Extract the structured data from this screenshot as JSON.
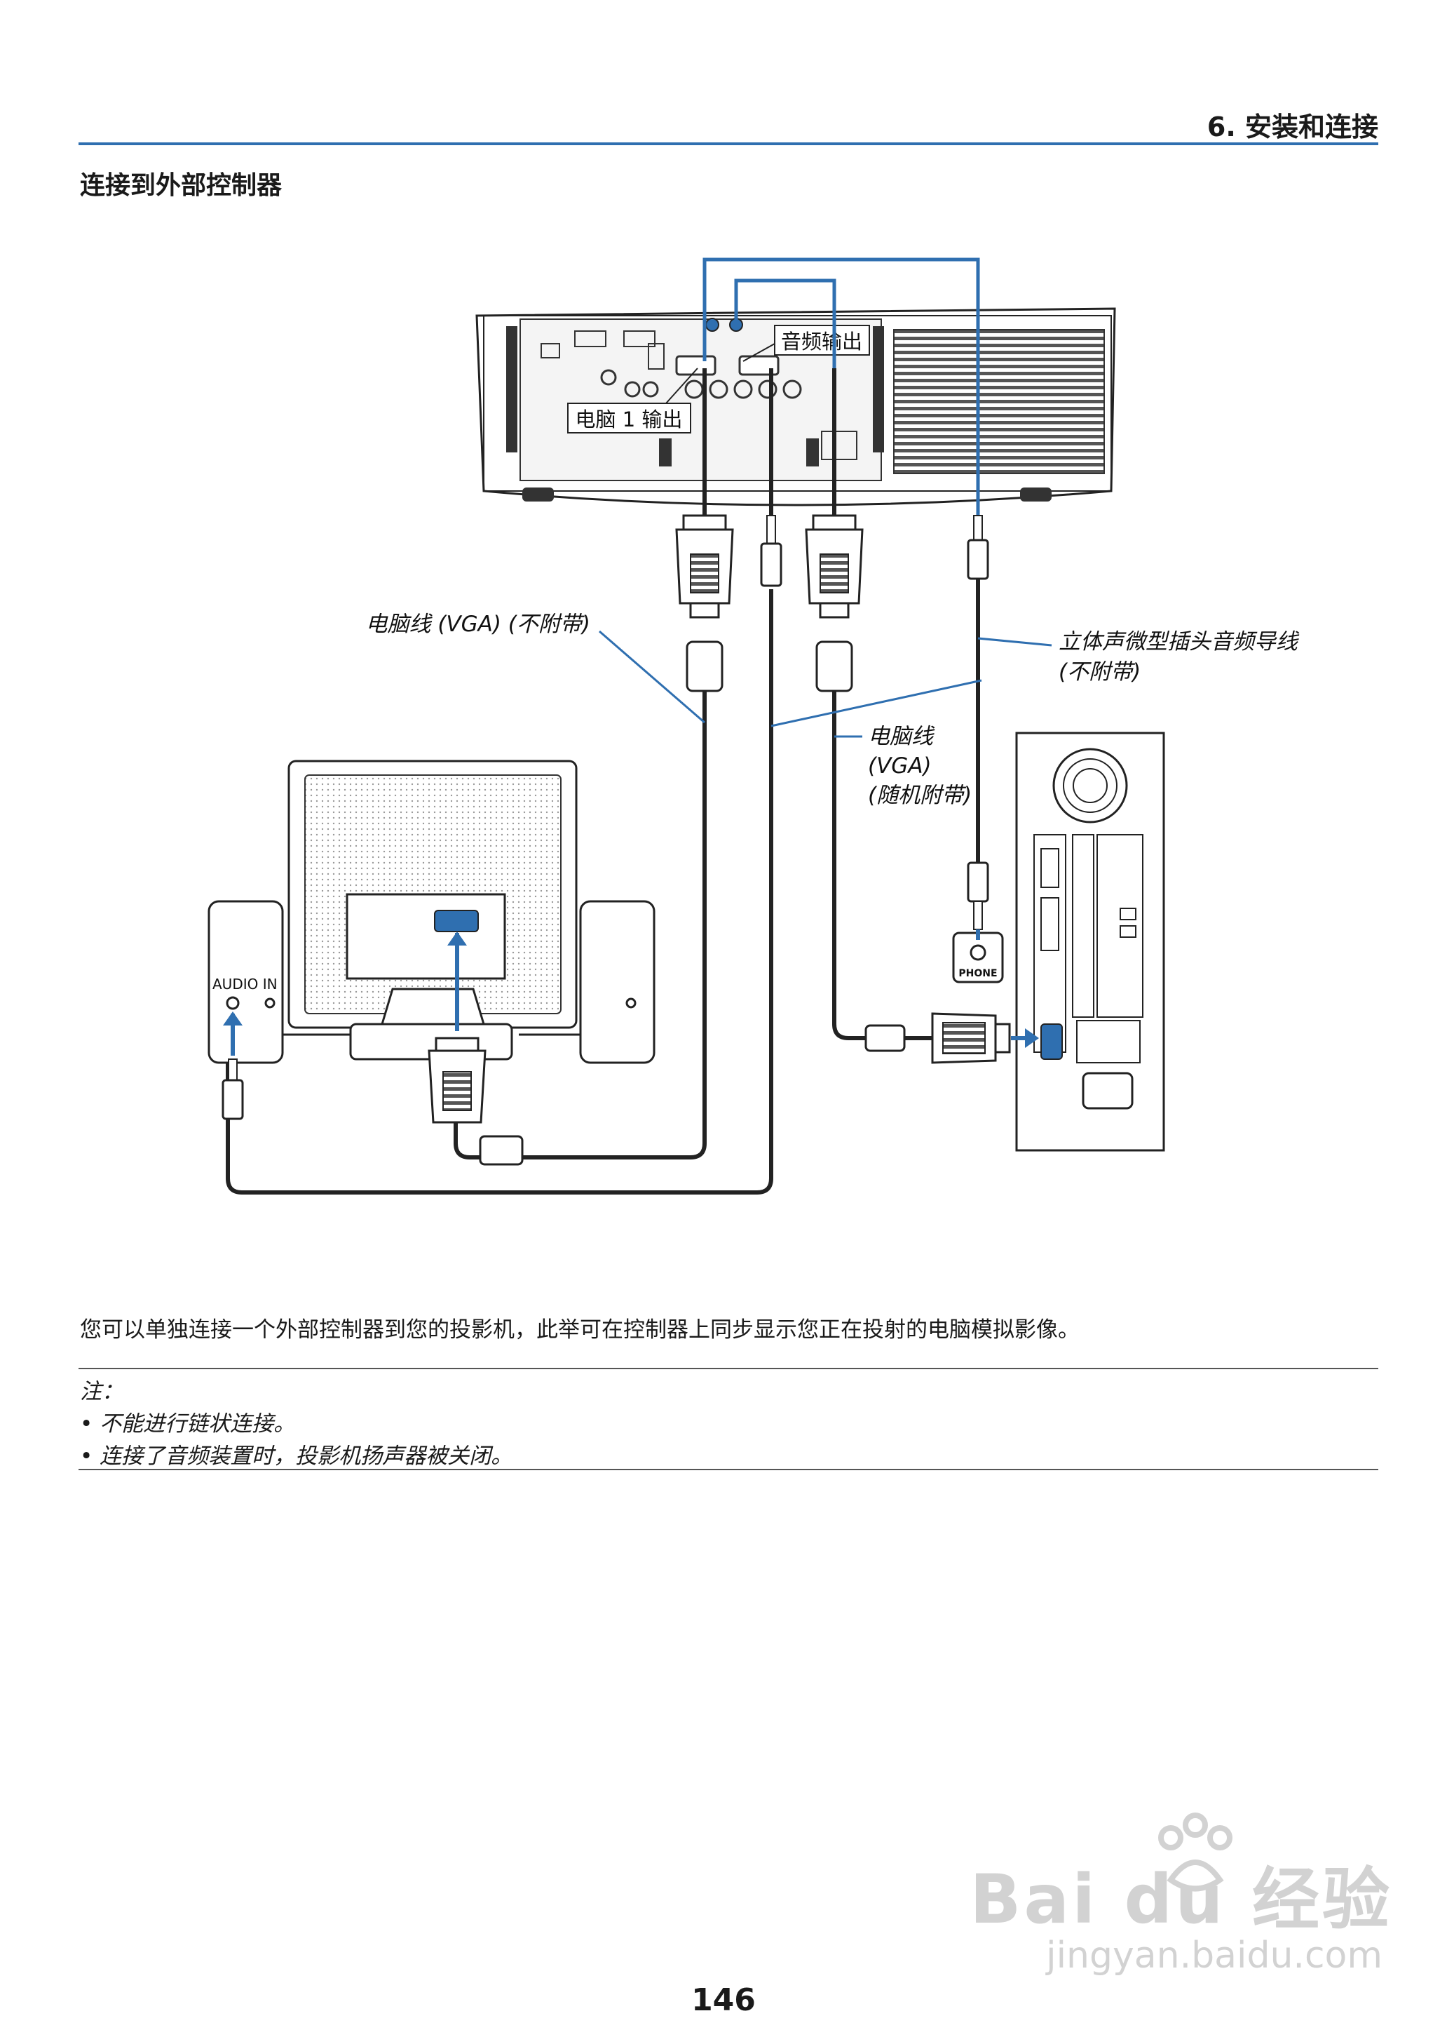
{
  "header": {
    "chapter": "6. 安装和连接",
    "section_title": "连接到外部控制器"
  },
  "diagram": {
    "callout_audio_out": "音频输出",
    "callout_computer1_out": "电脑 1 输出",
    "label_vga_cable_not_supplied": "电脑线 (VGA) (不附带)",
    "label_stereo_cable_line1": "立体声微型插头音频导线",
    "label_stereo_cable_line2": "(不附带)",
    "label_vga_supplied_line1": "电脑线",
    "label_vga_supplied_line2": "(VGA)",
    "label_vga_supplied_line3": "(随机附带)",
    "label_audio_in": "AUDIO IN",
    "label_phone": "PHONE",
    "accent_color": "#2f6fb0"
  },
  "body": {
    "paragraph": "您可以单独连接一个外部控制器到您的投影机，此举可在控制器上同步显示您正在投射的电脑模拟影像。"
  },
  "notes": {
    "title": "注：",
    "items": [
      "•  不能进行链状连接。",
      "•  连接了音频装置时，投影机扬声器被关闭。"
    ]
  },
  "footer": {
    "page_number": "146"
  },
  "watermark": {
    "brand": "Bai du 经验",
    "url": "jingyan.baidu.com"
  }
}
